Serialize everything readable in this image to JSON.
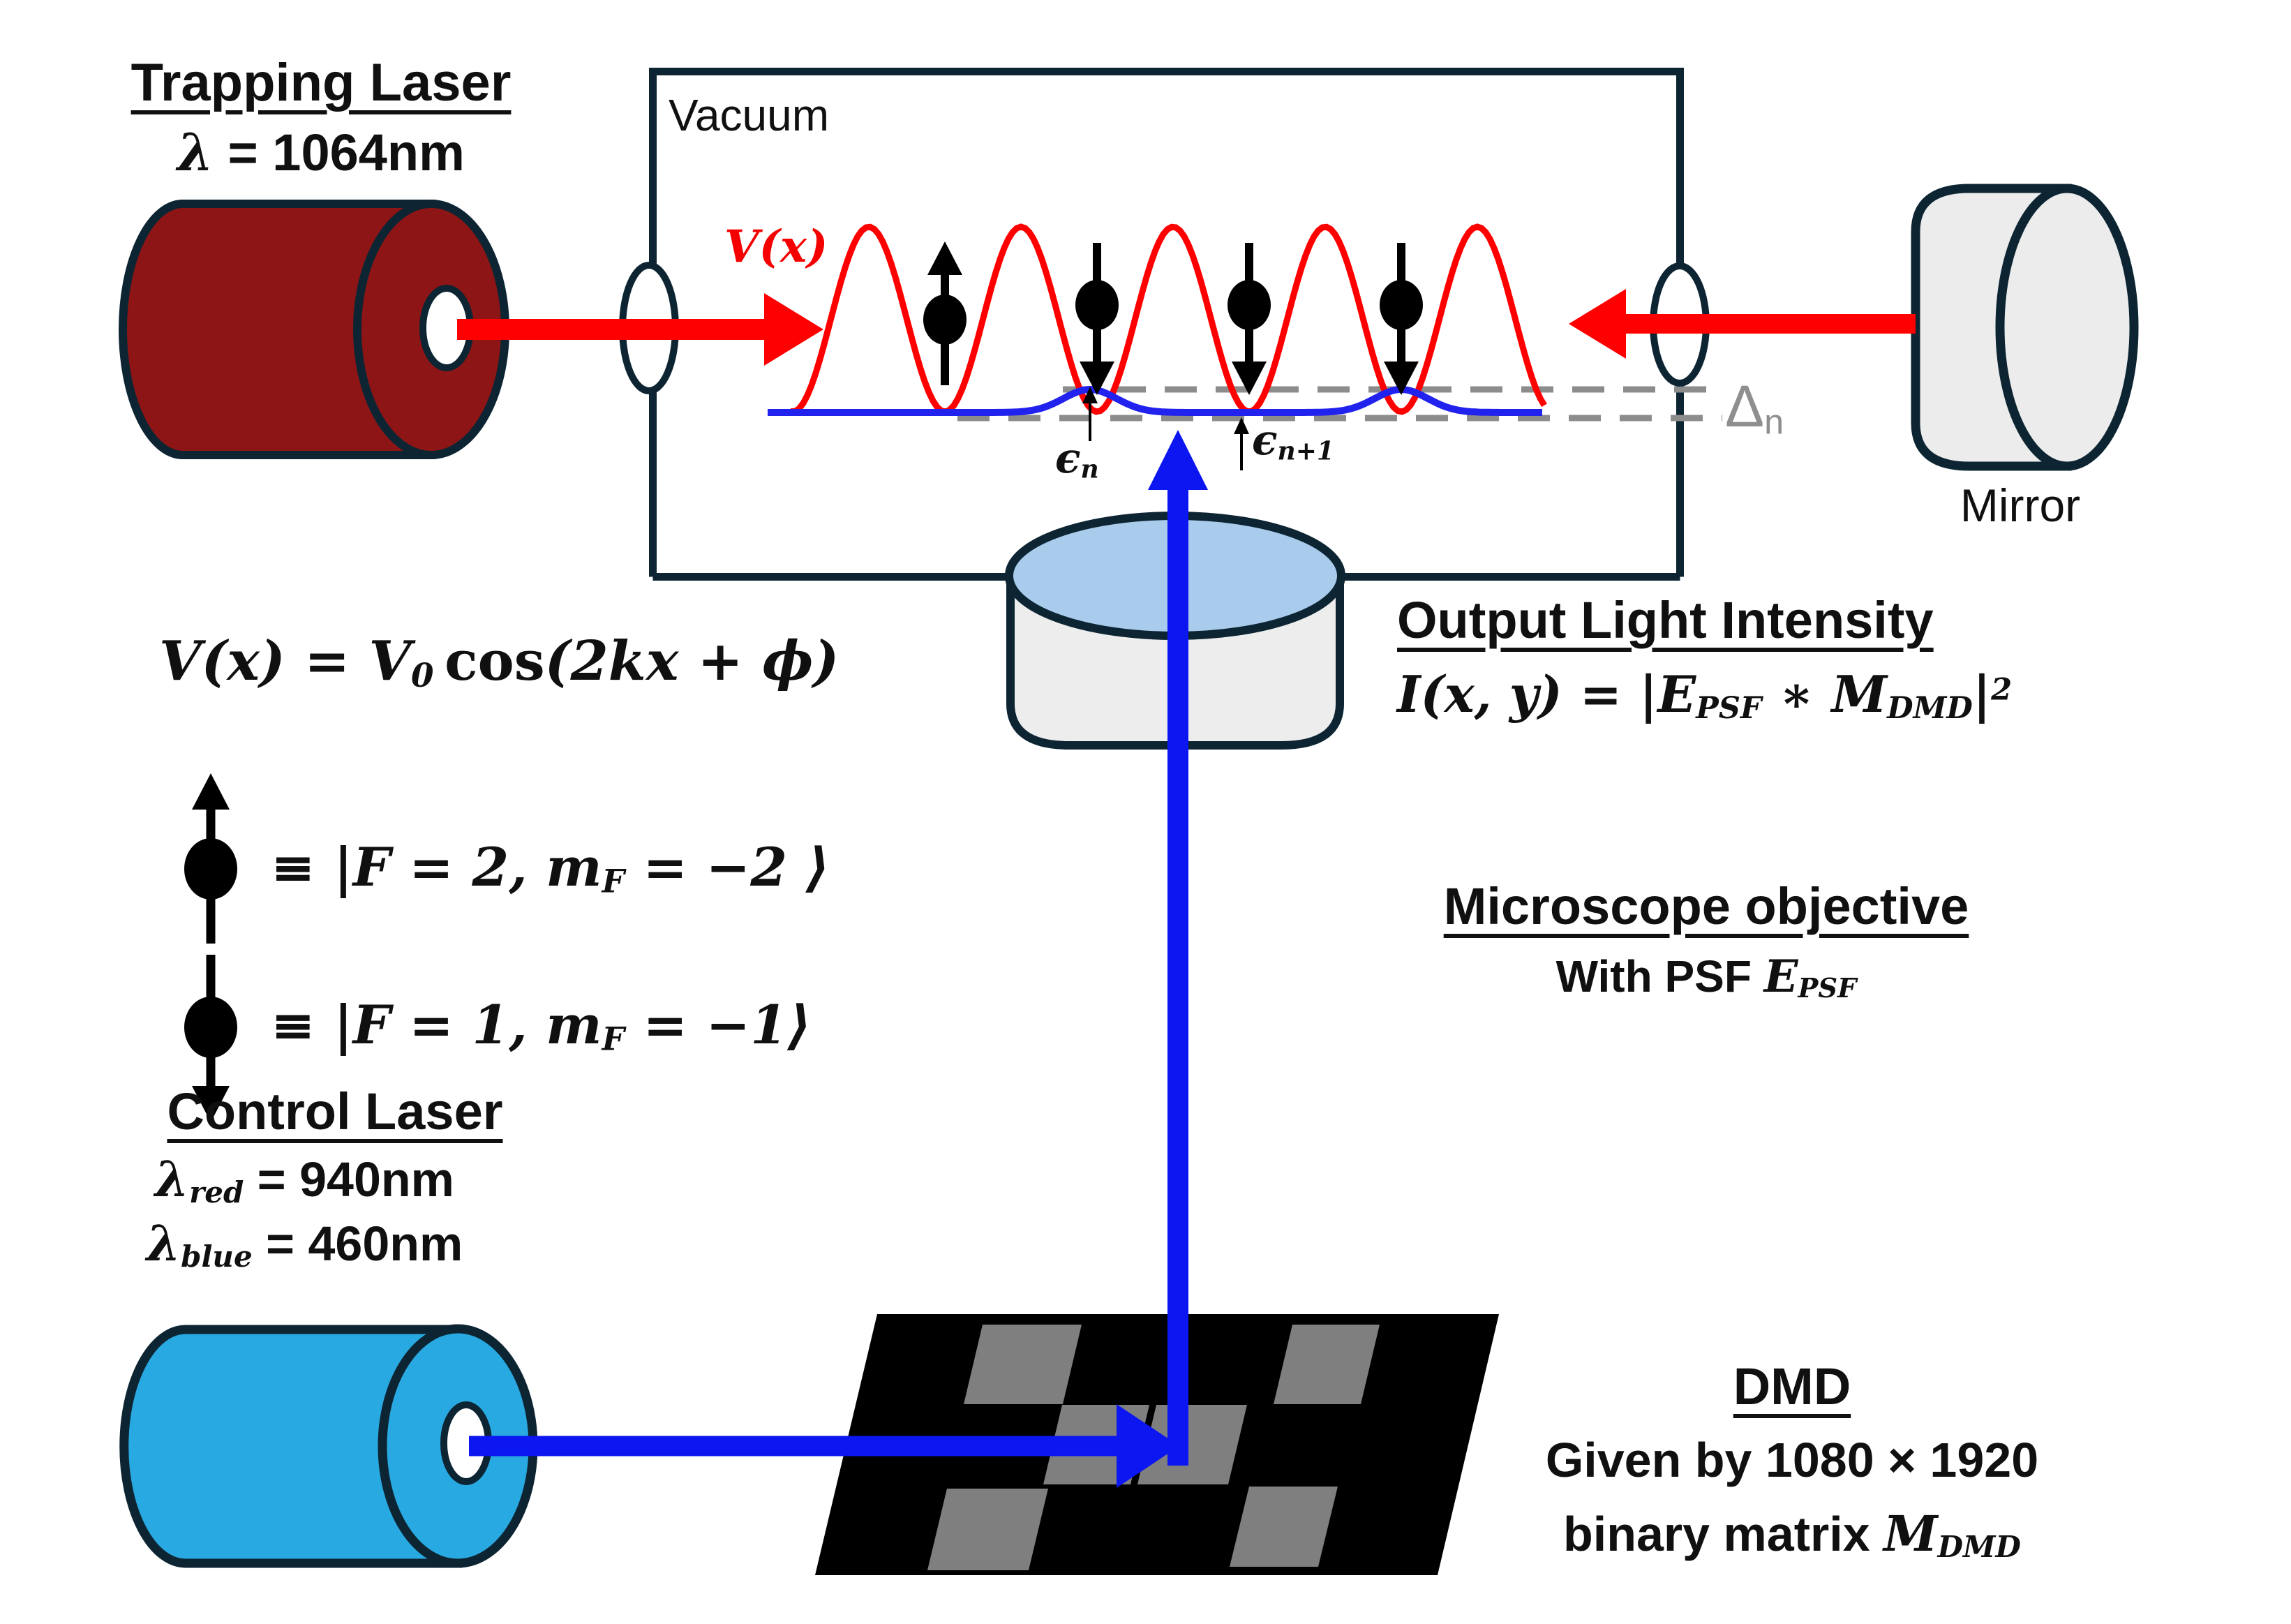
{
  "colors": {
    "outline_navy": "#0d2533",
    "trapping_laser_body": "#8e1515",
    "control_laser_body": "#29a9e1",
    "red_beam": "#ff0000",
    "blue_beam": "#0b16f0",
    "blue_curve": "#2222ee",
    "dash_gray": "#8c8c8c",
    "dmd_tile_gray": "#7f7f7f",
    "objective_top": "#a9cbec",
    "component_fill": "#ececec"
  },
  "trapping_laser": {
    "title": "Trapping Laser",
    "lambda_var": "λ",
    "lambda_eq": " = 1064nm"
  },
  "vacuum_chamber": {
    "label": "Vacuum"
  },
  "lattice": {
    "potential_label": "V(x)",
    "eps_n_base": "ϵ",
    "eps_n_sub": "n",
    "eps_n1_base": "ϵ",
    "eps_n1_sub": "n+1",
    "delta_base": "Δ",
    "delta_sub": "n"
  },
  "mirror": {
    "label": "Mirror"
  },
  "equations": {
    "potential_p1": "V(x) = V",
    "potential_sub0": "0",
    "potential_cos": "cos",
    "potential_p2": "(2kx + ϕ)",
    "spin_up_a": "≡ |F = 2, m",
    "spin_up_sub": "F",
    "spin_up_b": " = −2 ⟩",
    "spin_down_a": "≡ |F = 1, m",
    "spin_down_sub": "F",
    "spin_down_b": " = −1⟩"
  },
  "output_light": {
    "title": "Output Light Intensity",
    "f_a": "I(x, y) = |E",
    "f_sub1": "PSF",
    "f_b": " ∗ M",
    "f_sub2": "DMD",
    "f_c": "|",
    "f_sup": "2"
  },
  "microscope": {
    "title": "Microscope objective",
    "with_psf": "With PSF ",
    "E": "E",
    "E_sub": "PSF"
  },
  "control_laser": {
    "title": "Control Laser",
    "red_var": "λ",
    "red_sub": "red",
    "red_eq": " = 940nm",
    "blue_var": "λ",
    "blue_sub": "blue",
    "blue_eq": " = 460nm"
  },
  "dmd": {
    "title": "DMD",
    "line1": "Given by 1080 × 1920",
    "line2a": "binary matrix ",
    "line2_M": "M",
    "line2_sub": "DMD"
  }
}
